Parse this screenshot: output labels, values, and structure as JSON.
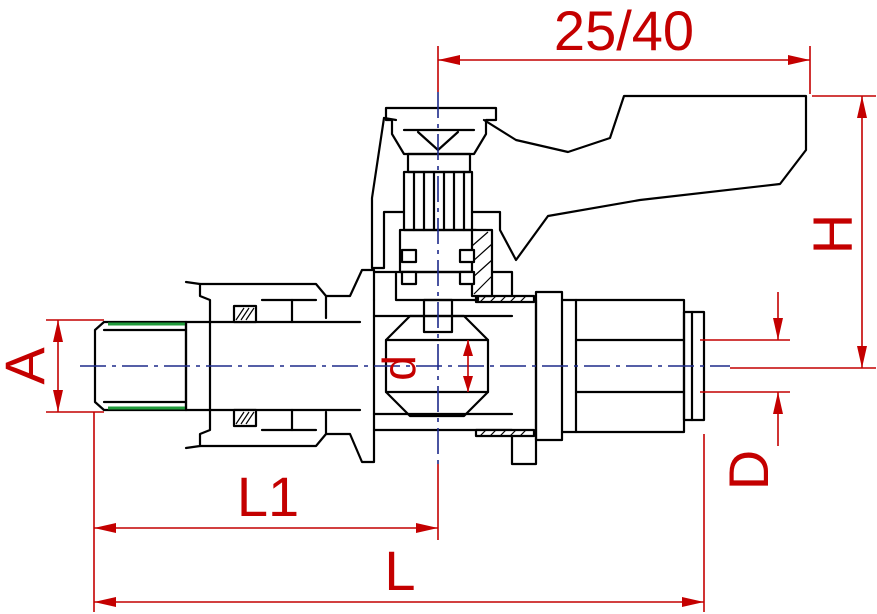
{
  "dimensions": {
    "handle_reach": "25/40",
    "height": "H",
    "thread_size": "A",
    "tube_od": "D",
    "bore": "d",
    "length_to_center": "L1",
    "overall_length": "L"
  },
  "colors": {
    "outline": "#000000",
    "dimension": "#c40000",
    "centerline": "#1d2a8a",
    "thread": "#1f9a3a"
  }
}
